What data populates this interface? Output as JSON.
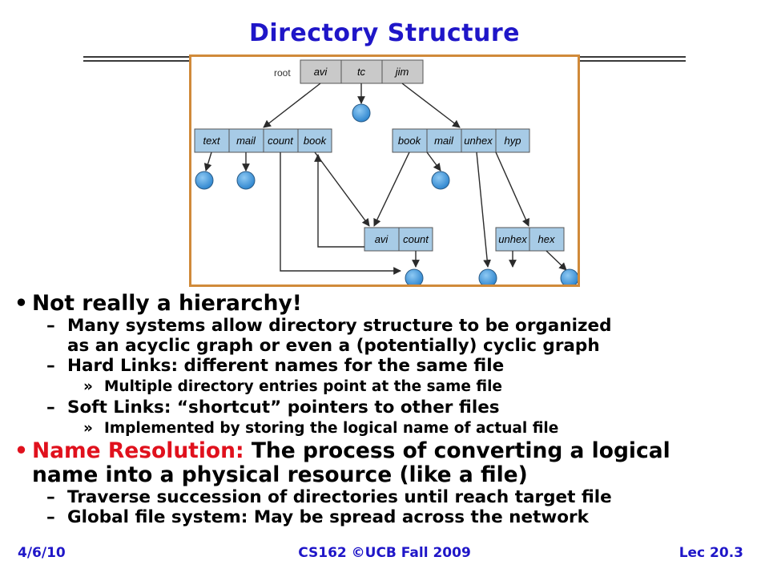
{
  "slide": {
    "title": "Directory Structure"
  },
  "diagram": {
    "root_label": "root",
    "root_entries": [
      "avi",
      "tc",
      "jim"
    ],
    "left_dir_entries": [
      "text",
      "mail",
      "count",
      "book"
    ],
    "right_dir_entries": [
      "book",
      "mail",
      "unhex",
      "hyp"
    ],
    "lower_left_entries": [
      "avi",
      "count"
    ],
    "lower_right_entries": [
      "unhex",
      "hex"
    ],
    "colors": {
      "entry_root": "#c9c9c9",
      "entry": "#a7cbe6",
      "node": "#3b95d9",
      "border_frame": "#d08a3a"
    }
  },
  "bullets": [
    {
      "text": "Not really a hierarchy!",
      "marker": "•",
      "children": [
        {
          "text": "Many systems allow directory structure to be organized",
          "marker": "–"
        },
        {
          "text": "as an acyclic graph or even a (potentially) cyclic graph",
          "marker": ""
        },
        {
          "text": "Hard Links: different names for the same file",
          "marker": "–",
          "children": [
            {
              "text": "Multiple directory entries point at the same file",
              "marker": "»"
            }
          ]
        },
        {
          "text": "Soft Links: “shortcut” pointers to other files",
          "marker": "–",
          "children": [
            {
              "text": "Implemented by storing the logical name of actual file",
              "marker": "»"
            }
          ]
        }
      ]
    },
    {
      "marker": "•",
      "emph": "Name Resolution:",
      "text": " The process of converting a logical",
      "text_line2": "name into a physical resource (like a file)",
      "children": [
        {
          "text": "Traverse succession of directories until reach target file",
          "marker": "–"
        },
        {
          "text": "Global file system: May be spread across the network",
          "marker": "–"
        }
      ]
    }
  ],
  "footer": {
    "date": "4/6/10",
    "course": "CS162 ©UCB Fall 2009",
    "lecture": "Lec 20.3"
  }
}
